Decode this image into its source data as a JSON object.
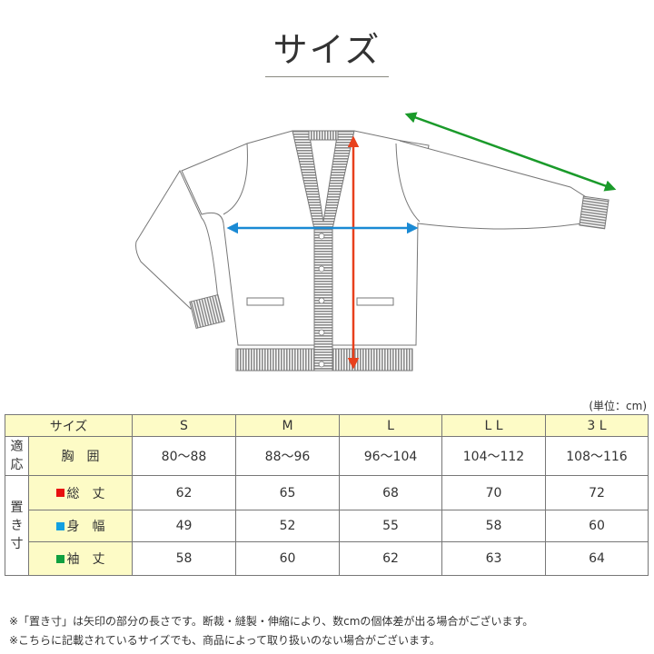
{
  "title": "サイズ",
  "unit_note": "(単位：cm)",
  "illustration": {
    "subject": "cardigan",
    "arrows": [
      {
        "name": "total-length",
        "color": "#e8401c"
      },
      {
        "name": "body-width",
        "color": "#1a8ad4"
      },
      {
        "name": "sleeve-length",
        "color": "#1a9a2a"
      }
    ]
  },
  "table": {
    "header_label": "サイズ",
    "sizes": [
      "S",
      "M",
      "L",
      "L L",
      "3 L"
    ],
    "fit_group_label": "適応",
    "fit_group_label_chars": [
      "適",
      "応"
    ],
    "fit_rows": [
      {
        "label": "胸　囲",
        "values": [
          "80〜88",
          "88〜96",
          "96〜104",
          "104〜112",
          "108〜116"
        ]
      }
    ],
    "flat_group_label_chars": [
      "置",
      "き",
      "寸"
    ],
    "flat_rows": [
      {
        "label": "総　丈",
        "marker_color": "#e81010",
        "values": [
          "62",
          "65",
          "68",
          "70",
          "72"
        ]
      },
      {
        "label": "身　幅",
        "marker_color": "#12a0e0",
        "values": [
          "49",
          "52",
          "55",
          "58",
          "60"
        ]
      },
      {
        "label": "袖　丈",
        "marker_color": "#10a040",
        "values": [
          "58",
          "60",
          "62",
          "63",
          "64"
        ]
      }
    ]
  },
  "notes": [
    "※「置き寸」は矢印の部分の長さです。断裁・縫製・伸縮により、数cmの個体差が出る場合がございます。",
    "※こちらに記載されているサイズでも、商品によって取り扱いのない場合がございます。"
  ],
  "colors": {
    "header_bg": "#fdfbc6",
    "border": "#777777",
    "rib": "#8c8c8c"
  }
}
